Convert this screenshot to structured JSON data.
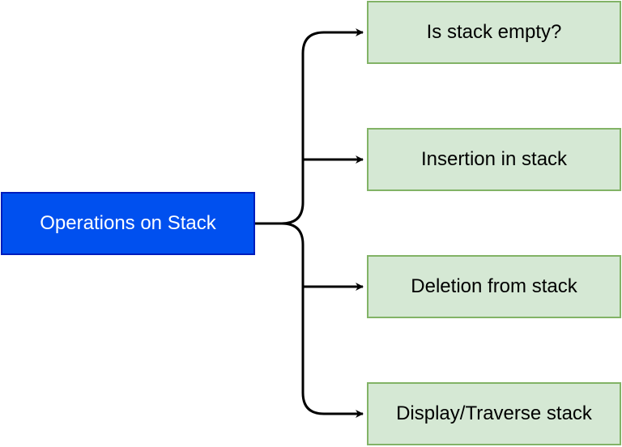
{
  "diagram": {
    "root": {
      "label": "Operations on Stack"
    },
    "children": [
      {
        "label": "Is stack empty?"
      },
      {
        "label": "Insertion in stack"
      },
      {
        "label": "Deletion from stack"
      },
      {
        "label": "Display/Traverse stack"
      }
    ]
  },
  "colors": {
    "root_fill": "#0050ef",
    "root_border": "#001dbc",
    "child_fill": "#d5e8d4",
    "child_border": "#82b366",
    "connector": "#000000"
  }
}
